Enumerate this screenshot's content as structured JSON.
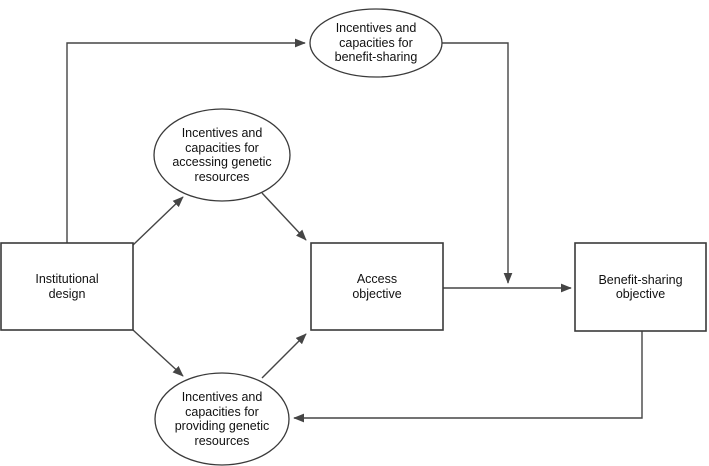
{
  "colors": {
    "background": "#ffffff",
    "line": "#454545",
    "shape_border": "#3a3a3a",
    "shape_fill": "#ffffff",
    "text": "#111111"
  },
  "nodes": {
    "institutional_design": {
      "shape": "rectangle",
      "label": "Institutional\ndesign"
    },
    "access_objective": {
      "shape": "rectangle",
      "label": "Access\nobjective"
    },
    "benefit_sharing_objective": {
      "shape": "rectangle",
      "label": "Benefit-sharing\nobjective"
    },
    "incentives_benefit_sharing": {
      "shape": "ellipse",
      "label": "Incentives and\ncapacities for\nbenefit-sharing"
    },
    "incentives_accessing": {
      "shape": "ellipse",
      "label": "Incentives and\ncapacities for\naccessing genetic\nresources"
    },
    "incentives_providing": {
      "shape": "ellipse",
      "label": "Incentives and\ncapacities for\nproviding genetic\nresources"
    }
  },
  "edges": [
    {
      "from": "institutional_design",
      "to": "incentives_benefit_sharing"
    },
    {
      "from": "incentives_benefit_sharing",
      "to": "access_to_benefit_sharing_link"
    },
    {
      "from": "institutional_design",
      "to": "incentives_accessing"
    },
    {
      "from": "incentives_accessing",
      "to": "access_objective"
    },
    {
      "from": "institutional_design",
      "to": "incentives_providing"
    },
    {
      "from": "incentives_providing",
      "to": "access_objective"
    },
    {
      "from": "access_objective",
      "to": "benefit_sharing_objective"
    },
    {
      "from": "benefit_sharing_objective",
      "to": "incentives_providing"
    }
  ]
}
